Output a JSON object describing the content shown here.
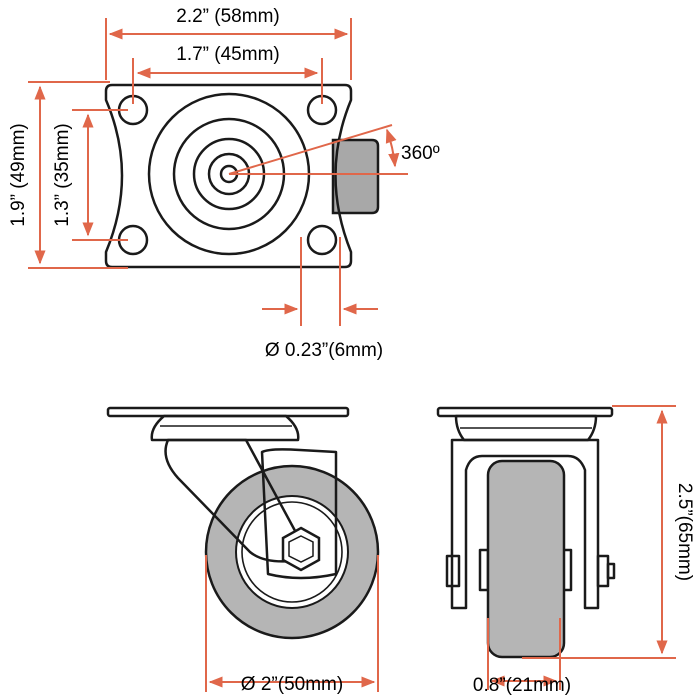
{
  "colors": {
    "dimension": "#e0674a",
    "outline": "#1a1a1a",
    "wheel": "#b5b5b5",
    "brake": "#a8a8a8"
  },
  "top_view": {
    "width_outer": "2.2” (58mm)",
    "width_holes": "1.7” (45mm)",
    "height_outer": "1.9” (49mm)",
    "height_holes": "1.3” (35mm)",
    "swivel": "360º",
    "hole_diameter": "Ø 0.23”(6mm)"
  },
  "side_view": {
    "wheel_diameter": "Ø 2”(50mm)"
  },
  "front_view": {
    "total_height": "2.5”(65mm)",
    "wheel_width": "0.8”(21mm)"
  }
}
